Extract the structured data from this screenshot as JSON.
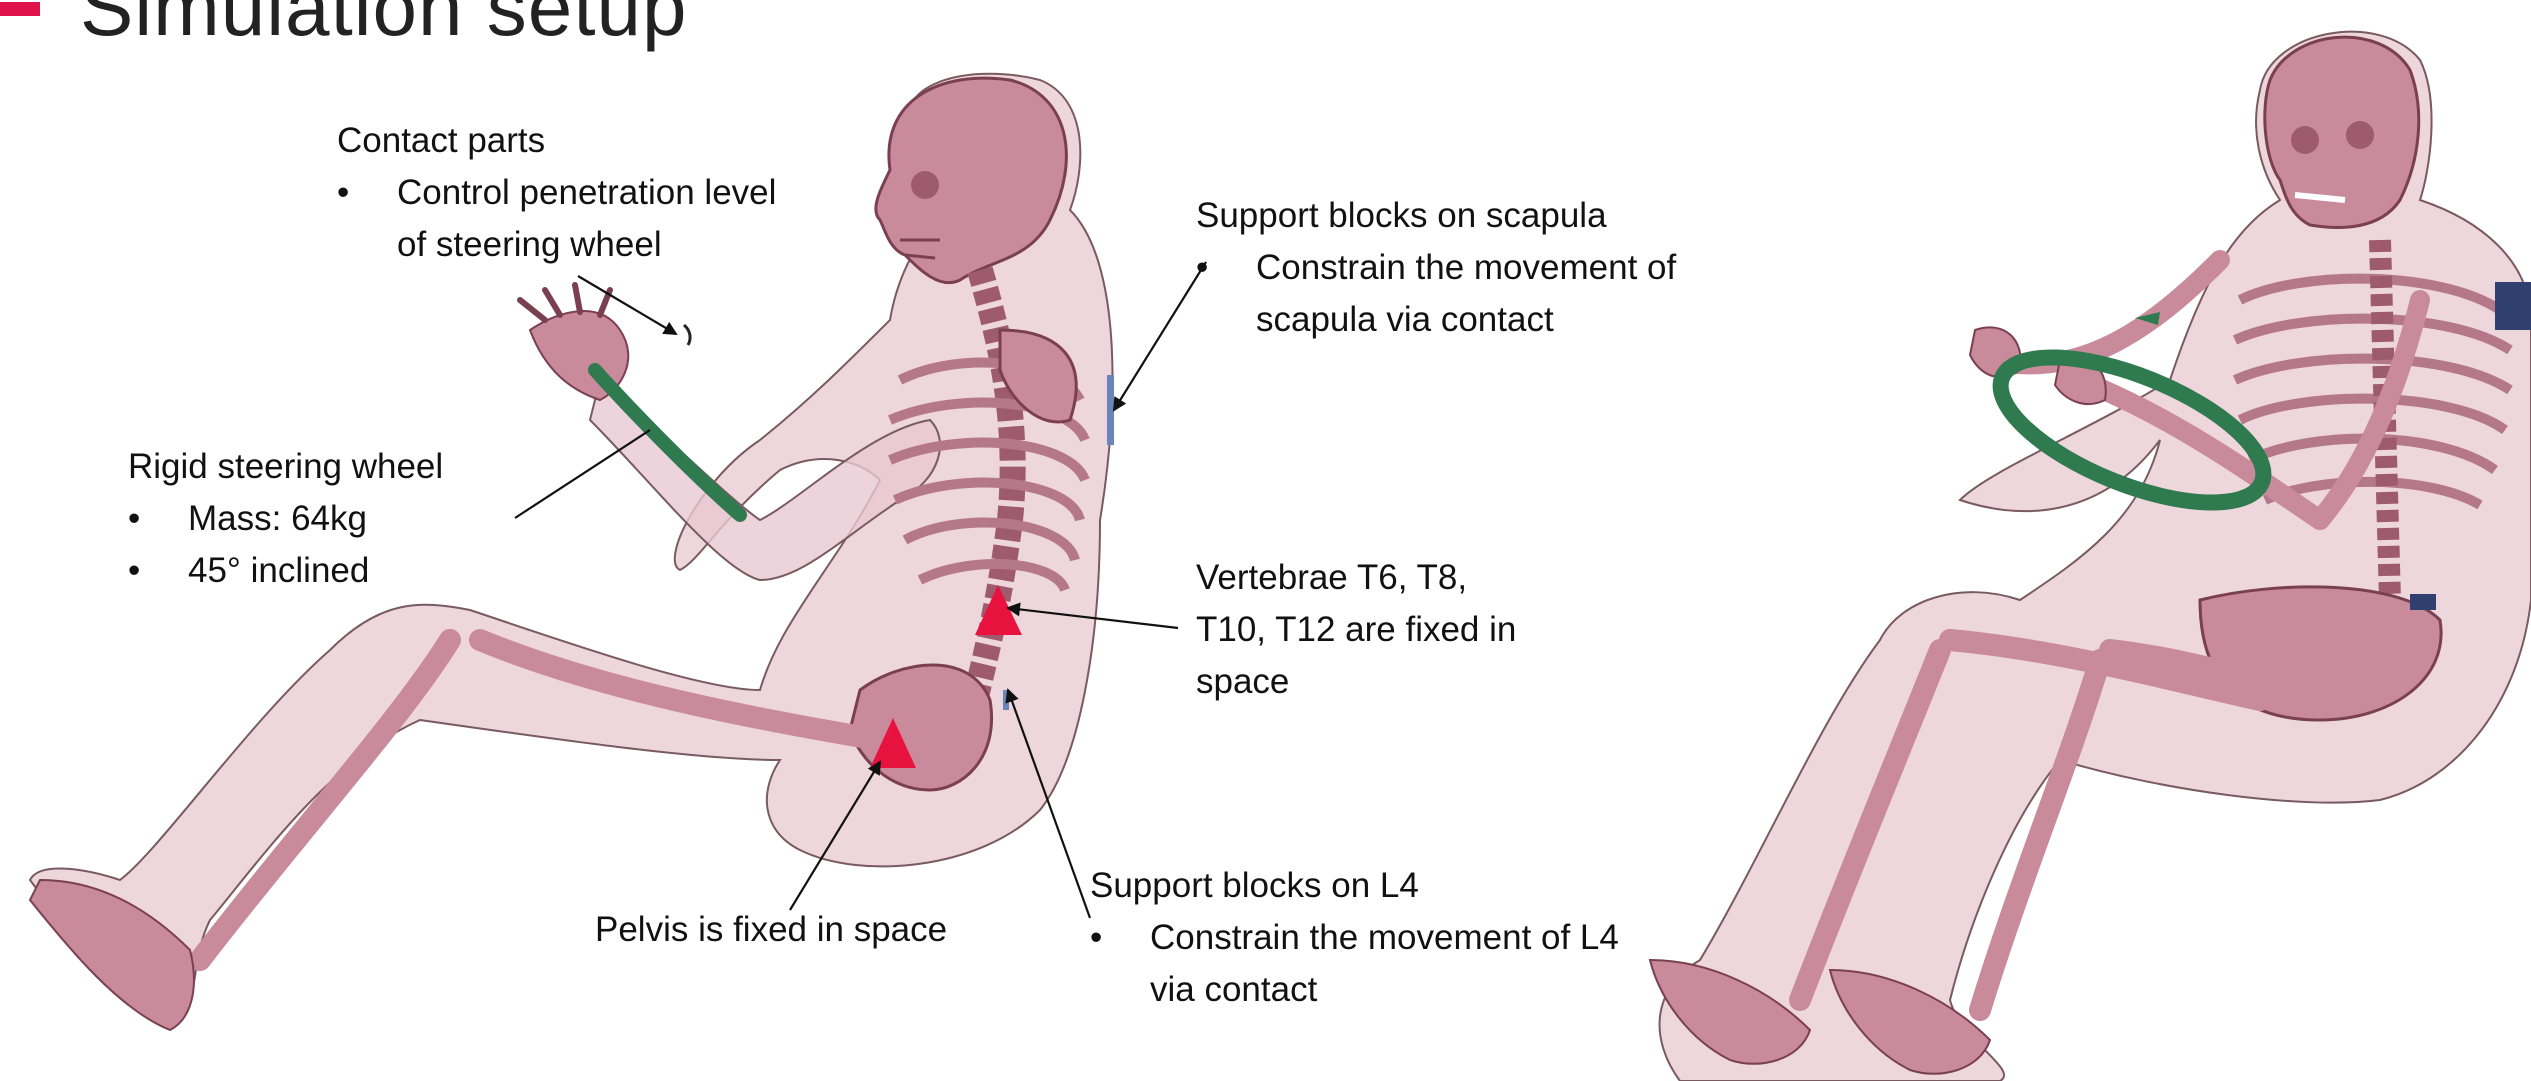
{
  "title": "Simulation setup",
  "colors": {
    "accent": "#e0124a",
    "flesh": "#e8c8d2",
    "bone": "#c98a9c",
    "bone_dark": "#9e5b6e",
    "wheel": "#2f7a4e",
    "support_block": "#6b85b8",
    "fixed_marker": "#e8123e"
  },
  "annotations": {
    "contact_parts": {
      "title": "Contact parts",
      "bullets": [
        "Control penetration level of steering wheel"
      ]
    },
    "steering_wheel": {
      "title": "Rigid steering wheel",
      "bullets": [
        "Mass: 64kg",
        "45° inclined"
      ]
    },
    "scapula": {
      "title": "Support blocks on scapula",
      "bullets": [
        "Constrain the movement of scapula via contact"
      ]
    },
    "vertebrae": {
      "text": "Vertebrae T6, T8, T10, T12 are fixed in space"
    },
    "l4": {
      "title": "Support blocks on L4",
      "bullets": [
        "Constrain the movement of L4 via contact"
      ]
    },
    "pelvis": {
      "text": "Pelvis is fixed in space"
    }
  },
  "bullet_char": "•"
}
